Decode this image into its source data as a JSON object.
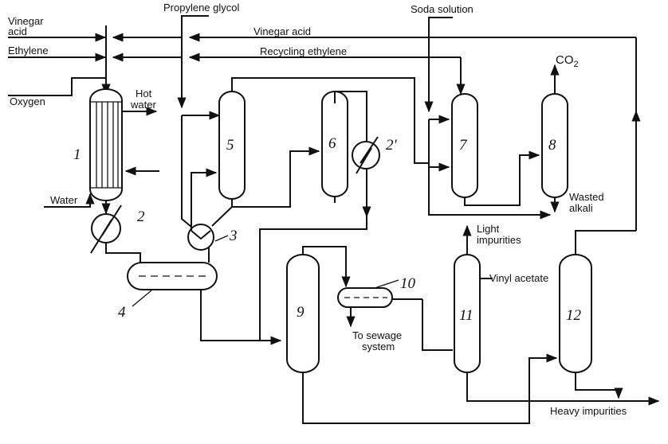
{
  "streams": {
    "vinegar_acid_feed_line1": "Vinegar",
    "vinegar_acid_feed_line2": "acid",
    "ethylene_feed": "Ethylene",
    "oxygen_feed": "Oxygen",
    "propylene_glycol": "Propylene glycol",
    "soda_solution": "Soda solution",
    "vinegar_acid_recycle": "Vinegar acid",
    "recycling_ethylene": "Recycling ethylene",
    "co2_base": "CO",
    "co2_subscript": "2",
    "hot_water_line1": "Hot",
    "hot_water_line2": "water",
    "water_in": "Water",
    "wasted_alkali_line1": "Wasted",
    "wasted_alkali_line2": "alkali",
    "light_impurities_line1": "Light",
    "light_impurities_line2": "impurities",
    "vinyl_acetate": "Vinyl acetate",
    "to_sewage_line1": "To sewage",
    "to_sewage_line2": "system",
    "heavy_impurities": "Heavy impurities"
  },
  "equipment_numbers": {
    "reactor": "1",
    "cooler": "2",
    "cooler_prime": "2'",
    "pump": "3",
    "separator": "4",
    "column5": "5",
    "column6": "6",
    "column7": "7",
    "column8": "8",
    "column9": "9",
    "decanter": "10",
    "column11": "11",
    "column12": "12"
  }
}
